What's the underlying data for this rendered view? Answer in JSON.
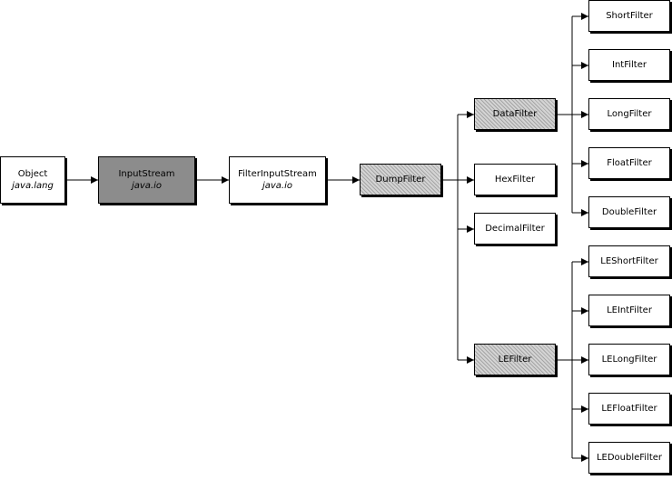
{
  "nodes": [
    {
      "id": "object",
      "name": "Object",
      "package": "java.lang",
      "style": "plain"
    },
    {
      "id": "inputstream",
      "name": "InputStream",
      "package": "java.io",
      "style": "dark"
    },
    {
      "id": "filterinputstream",
      "name": "FilterInputStream",
      "package": "java.io",
      "style": "plain"
    },
    {
      "id": "dumpfilter",
      "name": "DumpFilter",
      "package": "",
      "style": "hatch"
    },
    {
      "id": "datafilter",
      "name": "DataFilter",
      "package": "",
      "style": "hatch"
    },
    {
      "id": "hexfilter",
      "name": "HexFilter",
      "package": "",
      "style": "plain"
    },
    {
      "id": "decimalfilter",
      "name": "DecimalFilter",
      "package": "",
      "style": "plain"
    },
    {
      "id": "lefilter",
      "name": "LEFilter",
      "package": "",
      "style": "hatch"
    },
    {
      "id": "shortfilter",
      "name": "ShortFilter",
      "package": "",
      "style": "plain"
    },
    {
      "id": "intfilter",
      "name": "IntFilter",
      "package": "",
      "style": "plain"
    },
    {
      "id": "longfilter",
      "name": "LongFilter",
      "package": "",
      "style": "plain"
    },
    {
      "id": "floatfilter",
      "name": "FloatFilter",
      "package": "",
      "style": "plain"
    },
    {
      "id": "doublefilter",
      "name": "DoubleFilter",
      "package": "",
      "style": "plain"
    },
    {
      "id": "leshortfilter",
      "name": "LEShortFilter",
      "package": "",
      "style": "plain"
    },
    {
      "id": "leintfilter",
      "name": "LEIntFilter",
      "package": "",
      "style": "plain"
    },
    {
      "id": "lelongfilter",
      "name": "LELongFilter",
      "package": "",
      "style": "plain"
    },
    {
      "id": "lefloatfilter",
      "name": "LEFloatFilter",
      "package": "",
      "style": "plain"
    },
    {
      "id": "ledoublefilter",
      "name": "LEDoubleFilter",
      "package": "",
      "style": "plain"
    }
  ],
  "edges": [
    [
      "object",
      "inputstream"
    ],
    [
      "inputstream",
      "filterinputstream"
    ],
    [
      "filterinputstream",
      "dumpfilter"
    ],
    [
      "dumpfilter",
      "datafilter"
    ],
    [
      "dumpfilter",
      "hexfilter"
    ],
    [
      "dumpfilter",
      "decimalfilter"
    ],
    [
      "dumpfilter",
      "lefilter"
    ],
    [
      "datafilter",
      "shortfilter"
    ],
    [
      "datafilter",
      "intfilter"
    ],
    [
      "datafilter",
      "longfilter"
    ],
    [
      "datafilter",
      "floatfilter"
    ],
    [
      "datafilter",
      "doublefilter"
    ],
    [
      "lefilter",
      "leshortfilter"
    ],
    [
      "lefilter",
      "leintfilter"
    ],
    [
      "lefilter",
      "lelongfilter"
    ],
    [
      "lefilter",
      "lefloatfilter"
    ],
    [
      "lefilter",
      "ledoublefilter"
    ]
  ],
  "colors": {
    "dark_box": "#8c8c8c",
    "hatch_box": "#d4d4d4",
    "line": "#000000"
  }
}
